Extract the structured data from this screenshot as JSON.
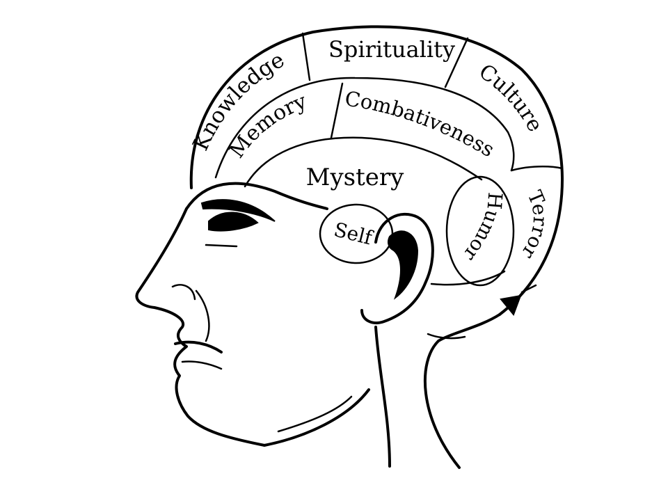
{
  "regions": {
    "spirituality": "Spirituality",
    "knowledge": "Knowledge",
    "culture": "Culture",
    "memory": "Memory",
    "combativeness": "Combativeness",
    "mystery": "Mystery",
    "self": "Self",
    "humor": "Humor",
    "terror": "Terror"
  },
  "colors": {
    "ink": "#000000",
    "paper": "#ffffff"
  }
}
